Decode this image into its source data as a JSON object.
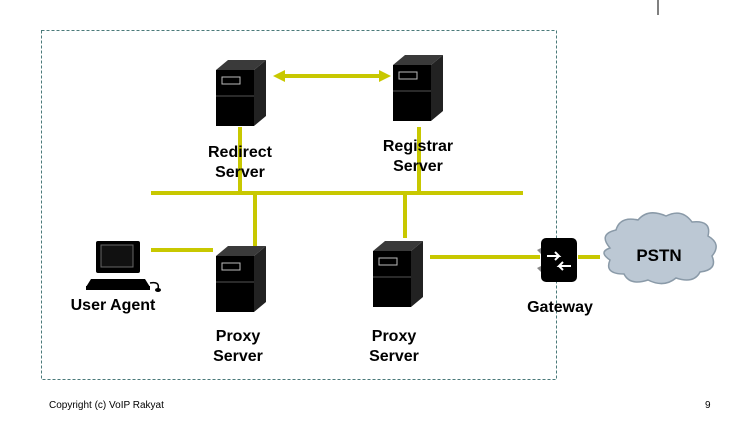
{
  "nodes": {
    "redirect_server": {
      "line1": "Redirect",
      "line2": "Server"
    },
    "registrar_server": {
      "line1": "Registrar",
      "line2": "Server"
    },
    "proxy_server_left": {
      "line1": "Proxy",
      "line2": "Server"
    },
    "proxy_server_right": {
      "line1": "Proxy",
      "line2": "Server"
    },
    "user_agent": {
      "label": "User Agent"
    },
    "gateway": {
      "label": "Gateway"
    },
    "pstn": {
      "label": "PSTN"
    }
  },
  "icons": {
    "server": "server-tower-icon",
    "computer": "desktop-computer-icon",
    "gateway": "router-icon",
    "cloud": "cloud-icon"
  },
  "colors": {
    "link": "#c8c800",
    "boundary": "#4a7a7a",
    "cloud_fill": "#bcc8d4"
  },
  "footer": {
    "copyright": "Copyright (c) VoIP Rakyat",
    "page_number": "9"
  }
}
